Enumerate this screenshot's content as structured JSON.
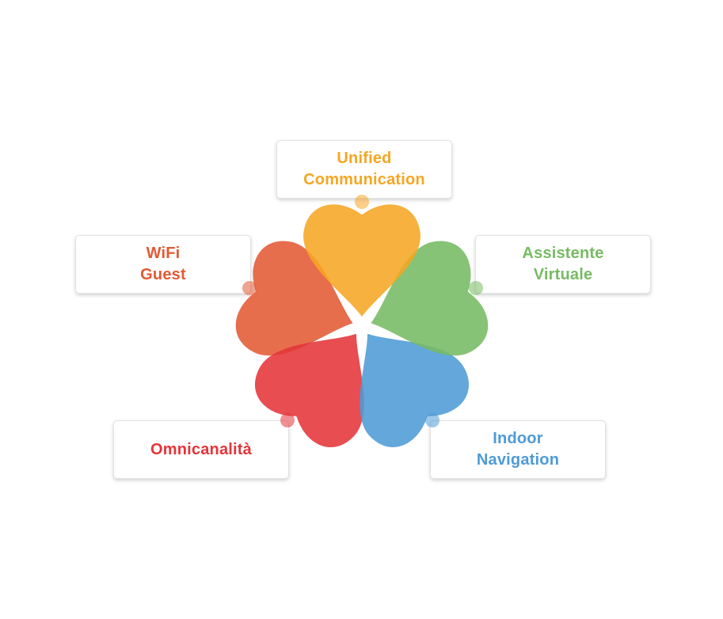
{
  "diagram": {
    "petals": [
      {
        "id": "unified",
        "label": "Unified\nCommunication",
        "color": "#f5a623"
      },
      {
        "id": "assistente",
        "label": "Assistente\nVirtuale",
        "color": "#76bb63"
      },
      {
        "id": "indoor",
        "label": "Indoor\nNavigation",
        "color": "#4d9bd6"
      },
      {
        "id": "omni",
        "label": "Omnicanalità",
        "color": "#e43439"
      },
      {
        "id": "wifi",
        "label": "WiFi\nGuest",
        "color": "#e25a34"
      }
    ]
  }
}
